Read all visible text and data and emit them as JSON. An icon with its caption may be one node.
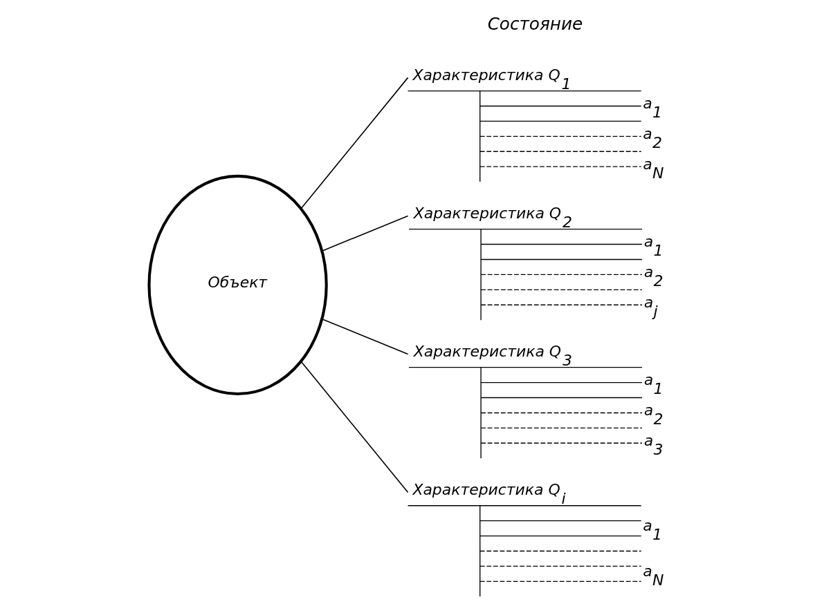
{
  "diagram": {
    "nodes": [
      {
        "text": [
          "Объект"
        ]
      },
      {
        "text": [
          "Характеристика Q$_{1}$",
          "a$_{1}$",
          "a$_{2}$",
          "a$_{N}$"
        ]
      },
      {
        "text": [
          "Характеристика Q$_{2}$",
          "a$_{1}$",
          "a$_{2}$",
          "a$_{j}$"
        ]
      },
      {
        "text": [
          "Характеристика Q$_{3}$",
          "a$_{1}$",
          "a$_{2}$",
          "a$_{3}$"
        ]
      },
      {
        "text": [
          "Характеристика Q$_{i}$",
          "a$_{1}$",
          "a$_{N}$"
        ]
      }
    ],
    "edges": [
      {
        "from": 0,
        "to": 1,
        "arrow": "none"
      },
      {
        "from": 0,
        "to": 2,
        "arrow": "none"
      },
      {
        "from": 0,
        "to": 3,
        "arrow": "none"
      },
      {
        "from": 0,
        "to": 4,
        "arrow": "none"
      }
    ],
    "labels": [
      "Состояние"
    ]
  }
}
